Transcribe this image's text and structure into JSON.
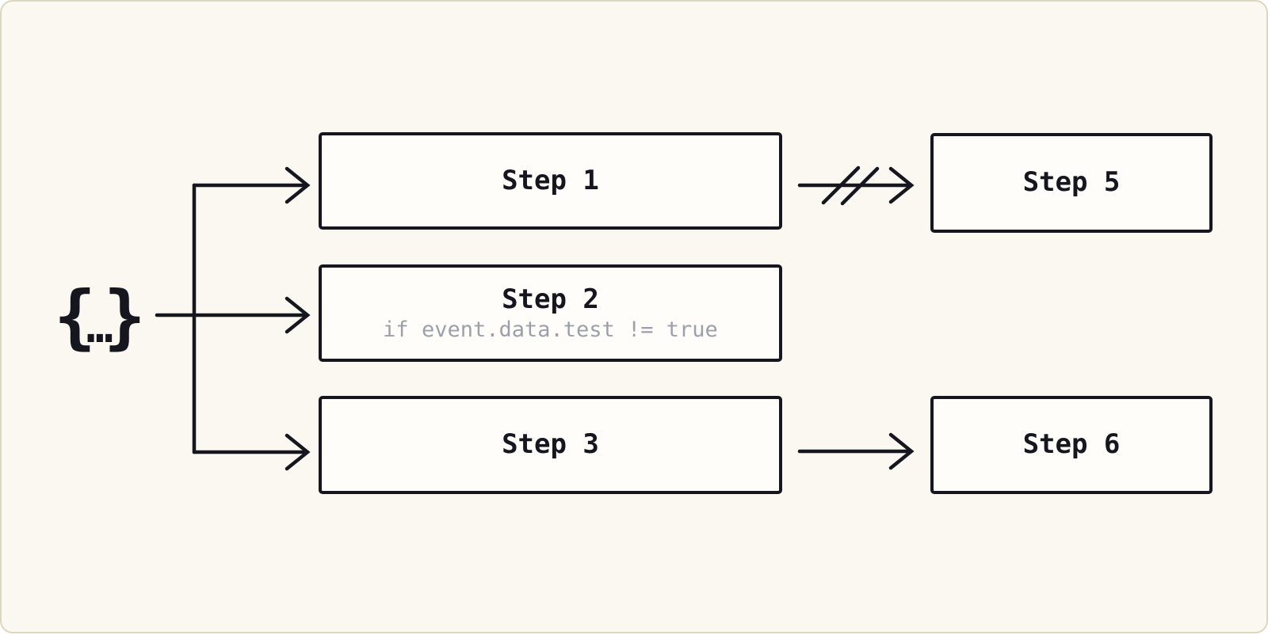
{
  "colors": {
    "background": "#faf8f0",
    "frame_edge": "#dcd7c0",
    "ink": "#16161f",
    "node_fill": "#fffdfa",
    "muted_text": "#9ba0a9"
  },
  "source": {
    "brace_open": "{",
    "ellipsis": "…",
    "brace_close": "}"
  },
  "nodes": [
    {
      "id": "step1",
      "label": "Step 1"
    },
    {
      "id": "step2",
      "label": "Step 2",
      "condition": "if event.data.test != true"
    },
    {
      "id": "step3",
      "label": "Step 3"
    },
    {
      "id": "step5",
      "label": "Step 5"
    },
    {
      "id": "step6",
      "label": "Step 6"
    }
  ],
  "edges": [
    {
      "from": "source",
      "to": "step1",
      "type": "arrow"
    },
    {
      "from": "source",
      "to": "step2",
      "type": "arrow"
    },
    {
      "from": "source",
      "to": "step3",
      "type": "arrow"
    },
    {
      "from": "step1",
      "to": "step5",
      "type": "broken-arrow"
    },
    {
      "from": "step3",
      "to": "step6",
      "type": "arrow"
    }
  ]
}
